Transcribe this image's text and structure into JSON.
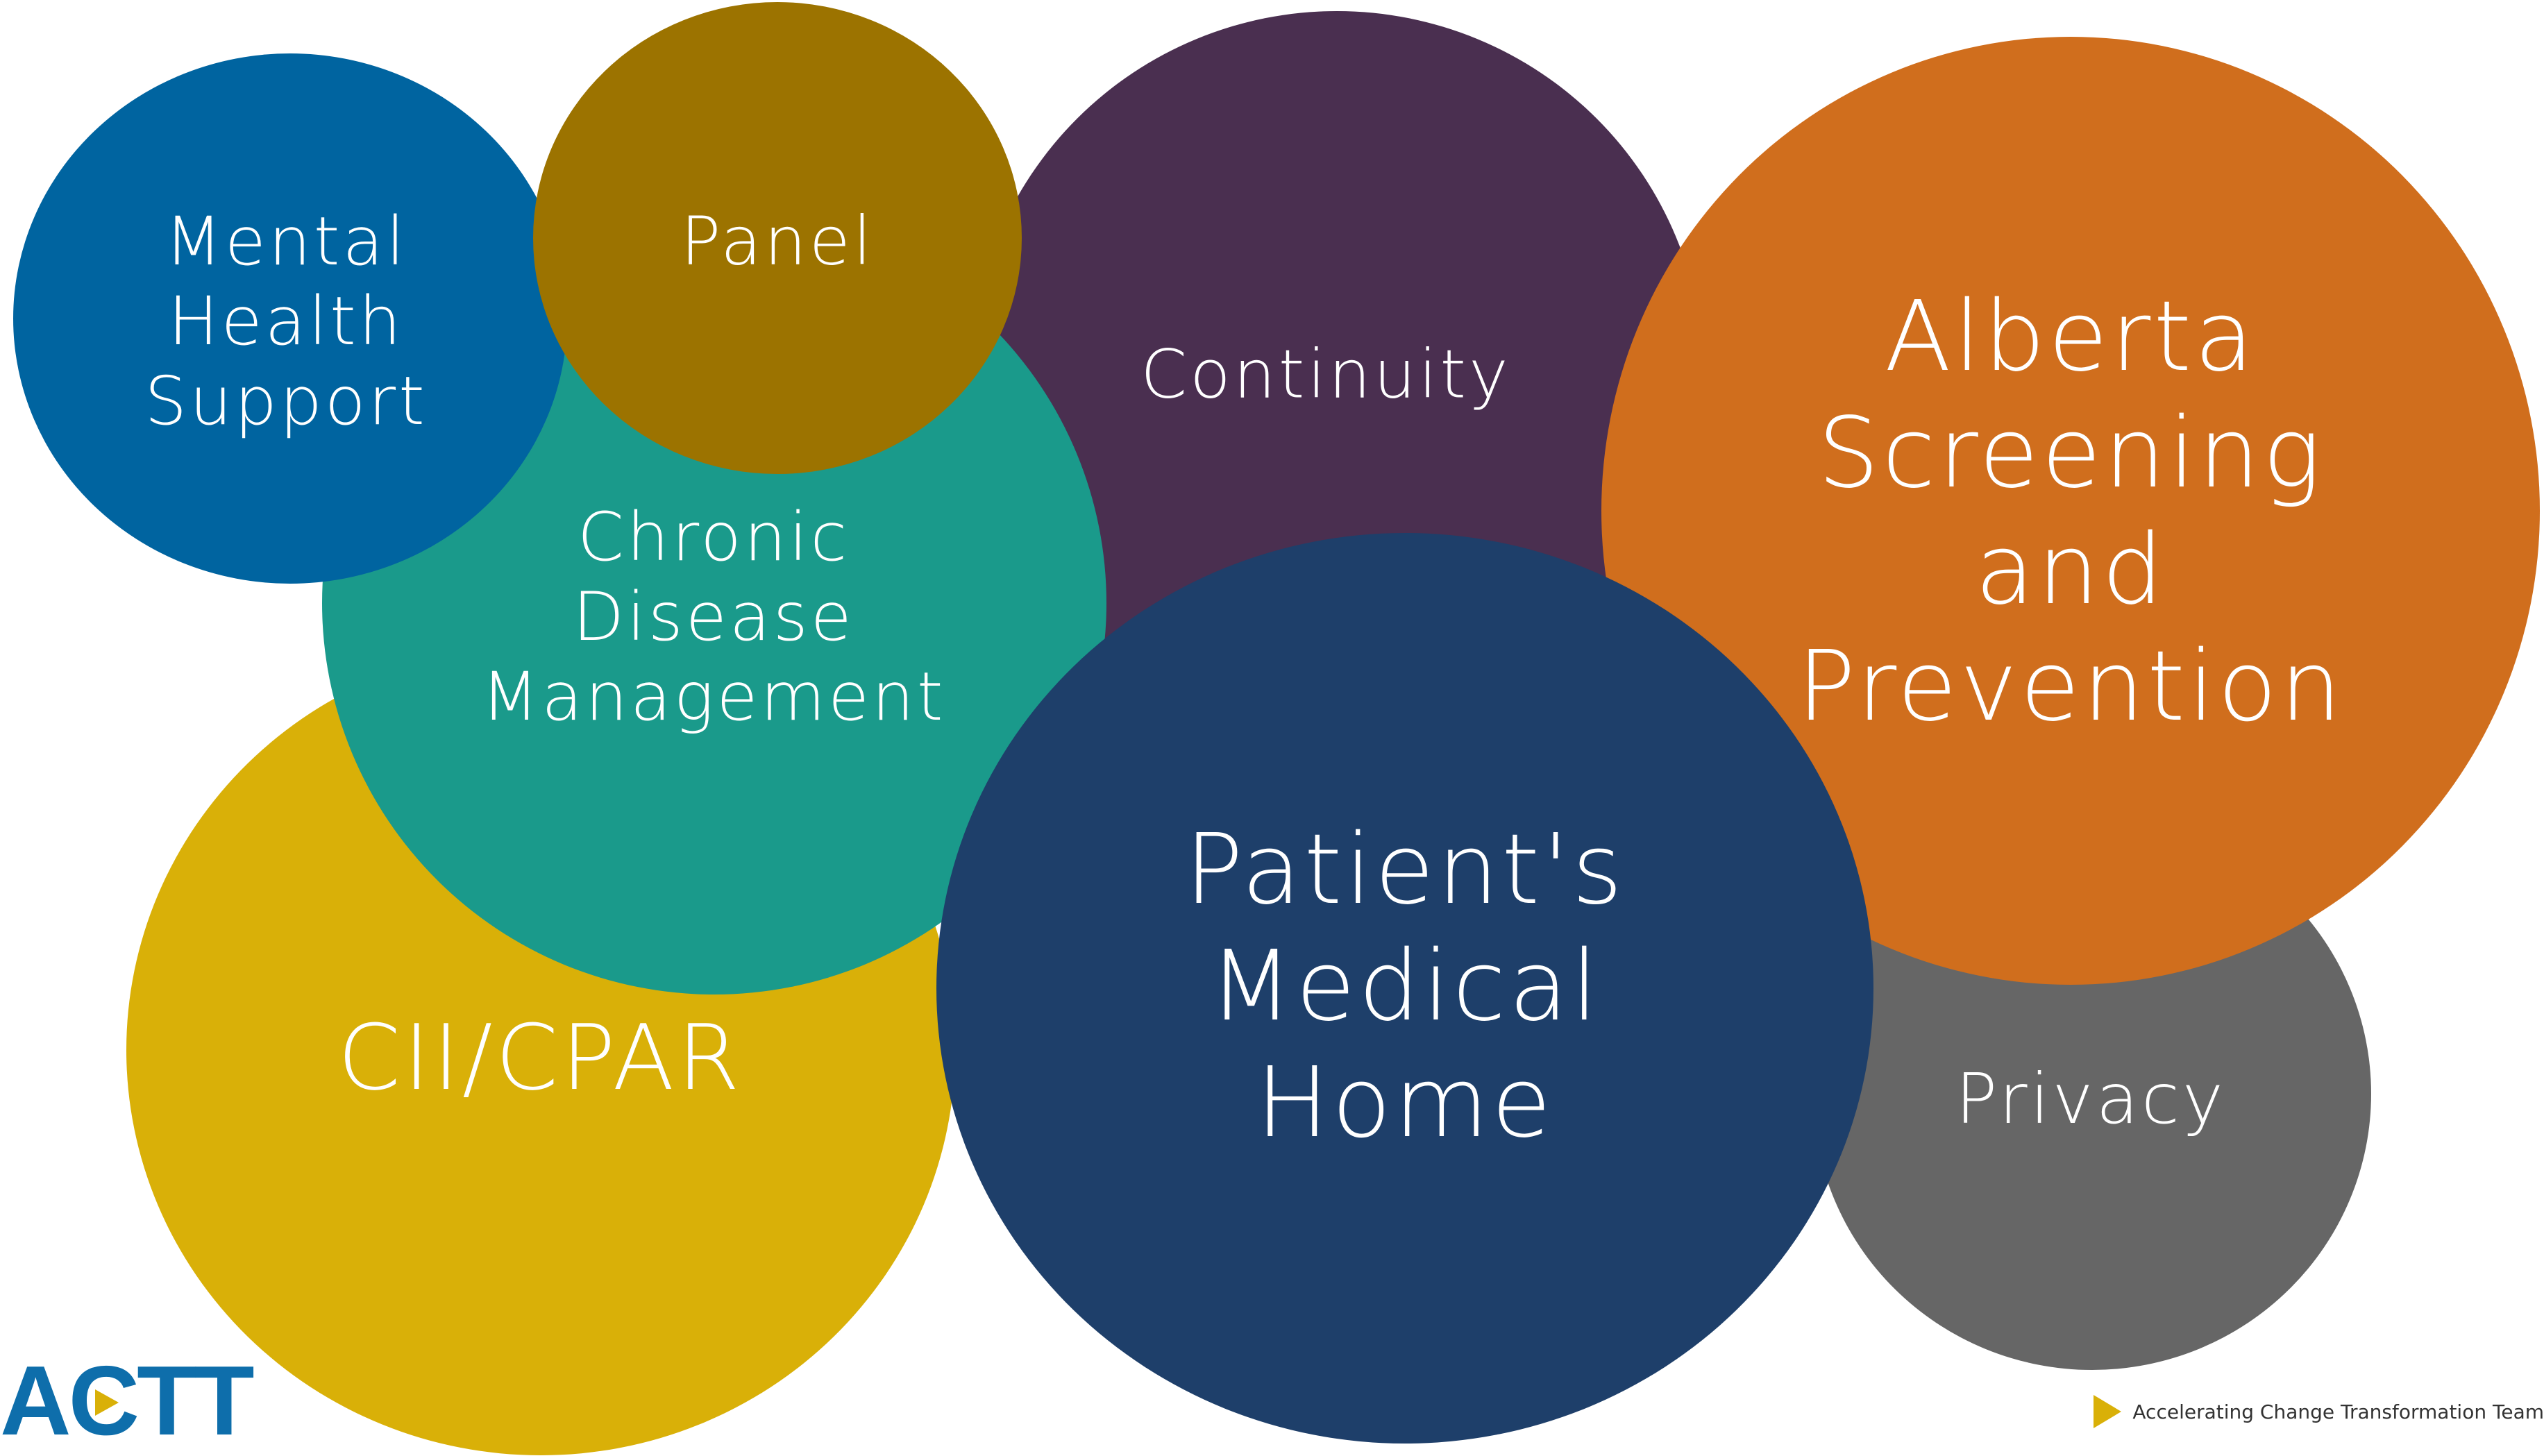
{
  "colors": {
    "mental_health": "#0064a0",
    "panel": "#9c7300",
    "continuity": "#4a2f50",
    "alberta": "#d06e1d",
    "chronic": "#1a9a8b",
    "cii": "#d9b008",
    "pmh": "#1e3f6a",
    "privacy": "#666666",
    "logo": "#0e6eab",
    "accent": "#d9b008",
    "text": "#ffffff"
  },
  "bubbles": {
    "mental_health": {
      "lines": [
        "Mental",
        "Health",
        "Support"
      ]
    },
    "panel": {
      "lines": [
        "Panel"
      ]
    },
    "continuity": {
      "lines": [
        "Continuity"
      ]
    },
    "chronic": {
      "lines": [
        "Chronic",
        "Disease",
        "Management"
      ]
    },
    "cii": {
      "lines": [
        "CII/CPAR"
      ]
    },
    "pmh": {
      "lines": [
        "Patient's",
        "Medical",
        "Home"
      ]
    },
    "alberta": {
      "lines": [
        "Alberta",
        "Screening",
        "and",
        "Prevention"
      ]
    },
    "privacy": {
      "lines": [
        "Privacy"
      ]
    }
  },
  "logo": {
    "text_before": "A",
    "c_letter": "C",
    "text_after": "TT"
  },
  "footer": {
    "text": "Accelerating Change Transformation Team"
  }
}
